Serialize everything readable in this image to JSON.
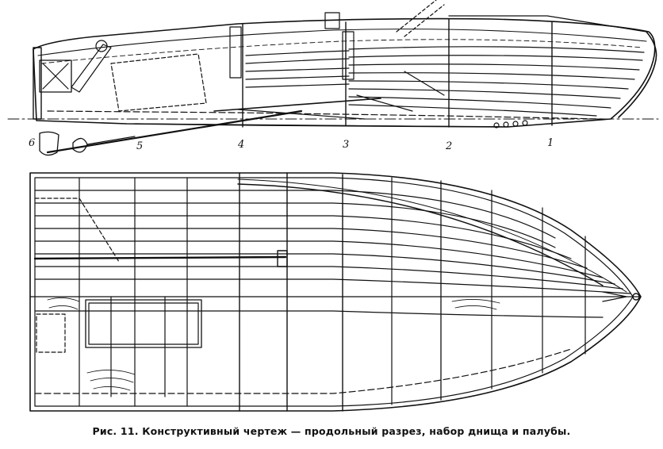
{
  "figure": {
    "frame_labels": [
      "6",
      "5",
      "4",
      "3",
      "2",
      "1"
    ],
    "caption": "Рис. 11. Конструктивный чертеж — продольный разрез, набор днища и палубы."
  },
  "colors": {
    "ink": "#111111",
    "paper": "#ffffff"
  }
}
